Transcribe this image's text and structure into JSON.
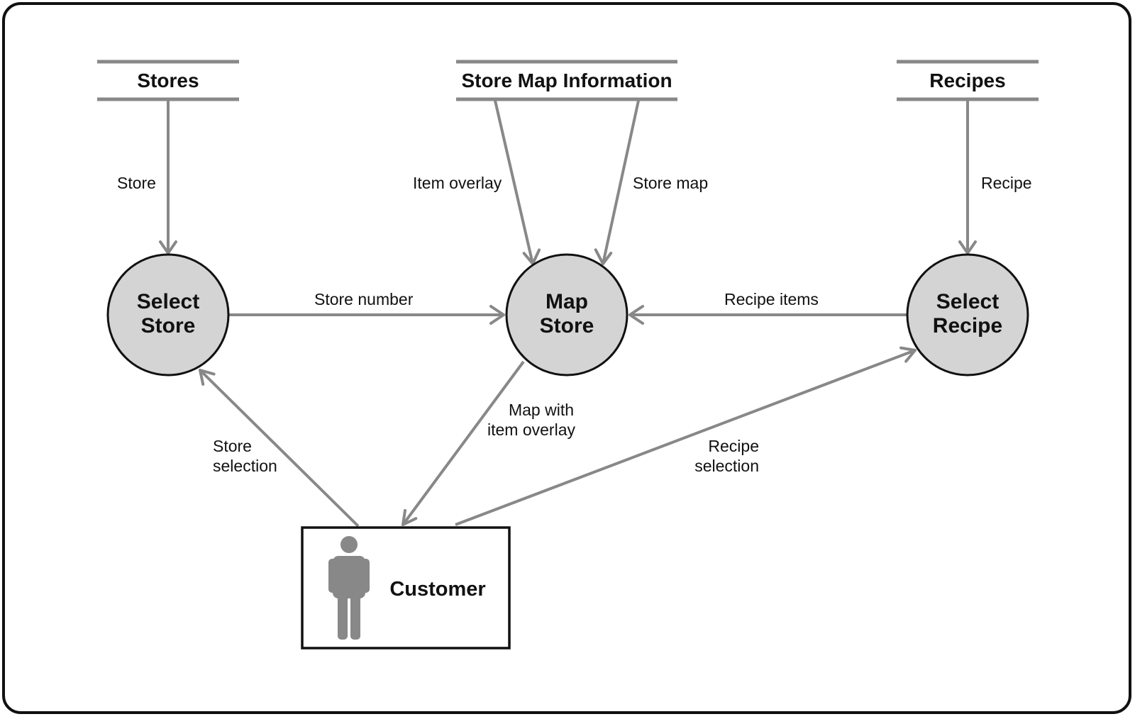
{
  "data_stores": {
    "stores": "Stores",
    "store_map_information": "Store Map Information",
    "recipes": "Recipes"
  },
  "processes": {
    "select_store": [
      "Select",
      "Store"
    ],
    "map_store": [
      "Map",
      "Store"
    ],
    "select_recipe": [
      "Select",
      "Recipe"
    ]
  },
  "flows": {
    "store": "Store",
    "item_overlay": "Item overlay",
    "store_map": "Store map",
    "recipe": "Recipe",
    "store_number": "Store number",
    "recipe_items": "Recipe items",
    "map_with_item_overlay": [
      "Map with",
      "item overlay"
    ],
    "store_selection": [
      "Store",
      "selection"
    ],
    "recipe_selection": [
      "Recipe",
      "selection"
    ]
  },
  "external_entity": {
    "customer": "Customer",
    "icon": "person-icon"
  },
  "colors": {
    "process_fill": "#d4d4d4",
    "arrow": "#888888",
    "outline": "#111111"
  }
}
